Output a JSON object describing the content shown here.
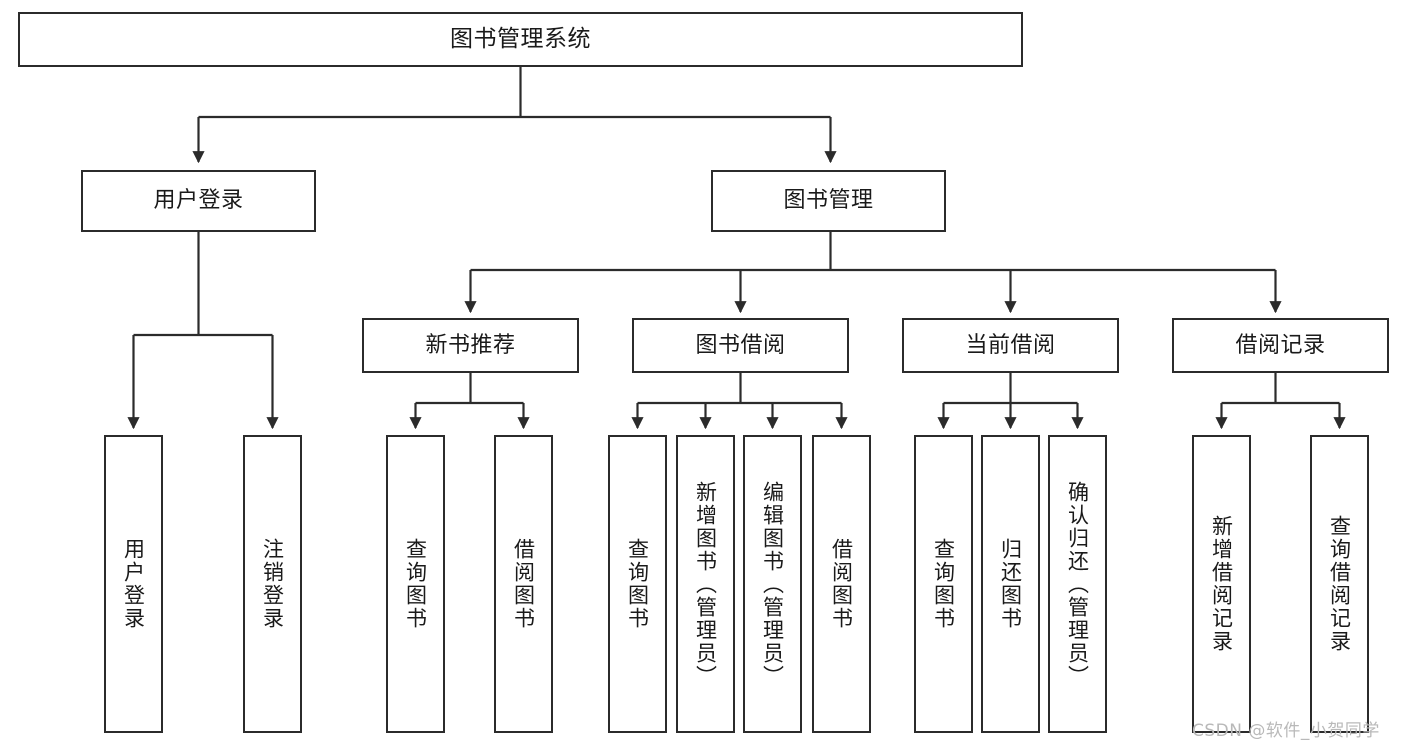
{
  "diagram": {
    "title": "图书管理系统",
    "watermark": "CSDN @软件_小贺同学",
    "line_color": "#2b2b2b",
    "box_fill": "#ffffff",
    "text_color": "#1a1a1a",
    "watermark_color": "#b9b9b9"
  },
  "root": {
    "label": "图书管理系统"
  },
  "level2": [
    {
      "label": "用户登录"
    },
    {
      "label": "图书管理"
    }
  ],
  "level3": [
    {
      "label": "新书推荐"
    },
    {
      "label": "图书借阅"
    },
    {
      "label": "当前借阅"
    },
    {
      "label": "借阅记录"
    }
  ],
  "leaves": {
    "user_login": [
      {
        "label": "用户登录"
      },
      {
        "label": "注销登录"
      }
    ],
    "new_book_recommend": [
      {
        "label": "查询图书"
      },
      {
        "label": "借阅图书"
      }
    ],
    "book_borrow": [
      {
        "label": "查询图书"
      },
      {
        "label": "新增图书（管理员）"
      },
      {
        "label": "编辑图书（管理员）"
      },
      {
        "label": "借阅图书"
      }
    ],
    "current_borrow": [
      {
        "label": "查询图书"
      },
      {
        "label": "归还图书"
      },
      {
        "label": "确认归还（管理员）"
      }
    ],
    "borrow_record": [
      {
        "label": "新增借阅记录"
      },
      {
        "label": "查询借阅记录"
      }
    ]
  }
}
